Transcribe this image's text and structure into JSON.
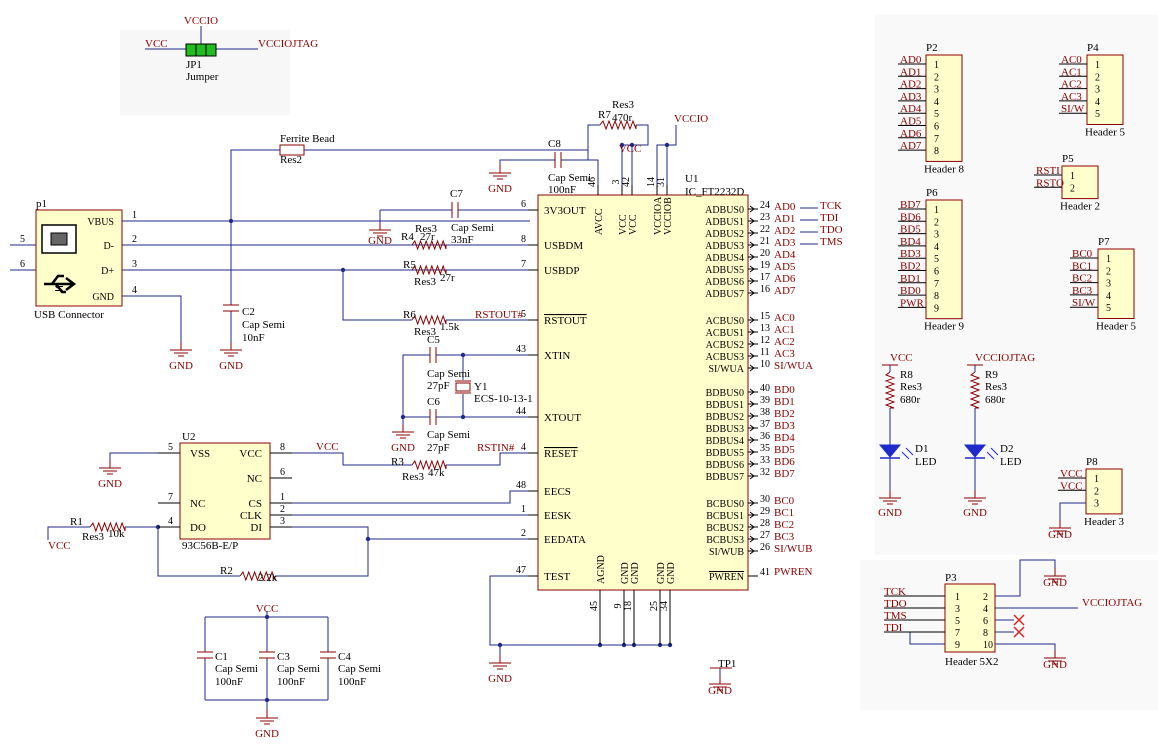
{
  "power": {
    "vccio": "VCCIO",
    "vcc": "VCC",
    "vcciojtag": "VCCIOJTAG",
    "gnd": "GND"
  },
  "jumper": {
    "ref": "JP1",
    "type": "Jumper",
    "color": "#22bb22"
  },
  "ferrite": {
    "type": "Ferrite Bead",
    "ref": "Res2"
  },
  "usb": {
    "ref": "p1",
    "type": "USB Connector",
    "pins": [
      {
        "num": "1",
        "name": "VBUS"
      },
      {
        "num": "2",
        "name": "D-"
      },
      {
        "num": "3",
        "name": "D+"
      },
      {
        "num": "4",
        "name": "GND"
      },
      {
        "num": "5",
        "name": ""
      },
      {
        "num": "6",
        "name": ""
      }
    ]
  },
  "caps": {
    "c2": {
      "ref": "C2",
      "type": "Cap Semi",
      "value": "10nF"
    },
    "c8": {
      "ref": "C8",
      "type": "Cap Semi",
      "value": "100nF"
    },
    "c7": {
      "ref": "C7",
      "type": "Cap Semi",
      "value": "33nF"
    },
    "c5": {
      "ref": "C5",
      "type": "Cap Semi",
      "value": "27pF"
    },
    "c6": {
      "ref": "C6",
      "type": "Cap Semi",
      "value": "27pF"
    },
    "c1": {
      "ref": "C1",
      "type": "Cap Semi",
      "value": "100nF"
    },
    "c3": {
      "ref": "C3",
      "type": "Cap Semi",
      "value": "100nF"
    },
    "c4": {
      "ref": "C4",
      "type": "Cap Semi",
      "value": "100nF"
    }
  },
  "resistors": {
    "r7": {
      "ref": "R7",
      "type": "Res3",
      "value": "470r"
    },
    "r4": {
      "ref": "R4",
      "type": "Res3",
      "value": "27r"
    },
    "r5": {
      "ref": "R5",
      "type": "Res3",
      "value": "27r"
    },
    "r6": {
      "ref": "R6",
      "type": "Res3",
      "value": "1.5k"
    },
    "r3": {
      "ref": "R3",
      "type": "Res3",
      "value": "47k"
    },
    "r1": {
      "ref": "R1",
      "type": "Res3",
      "value": "10k"
    },
    "r2": {
      "ref": "R2",
      "type": "Res3",
      "value": "2.2k"
    },
    "r8": {
      "ref": "R8",
      "type": "Res3",
      "value": "680r"
    },
    "r9": {
      "ref": "R9",
      "type": "Res3",
      "value": "680r"
    }
  },
  "crystal": {
    "ref": "Y1",
    "type": "ECS-10-13-1"
  },
  "u1": {
    "ref": "U1",
    "type": "IC_FT2232D",
    "left_pins": [
      {
        "num": "6",
        "name": "3V3OUT"
      },
      {
        "num": "8",
        "name": "USBDM"
      },
      {
        "num": "7",
        "name": "USBDP"
      },
      {
        "num": "5",
        "name": "RSTOUT"
      },
      {
        "num": "43",
        "name": "XTIN"
      },
      {
        "num": "44",
        "name": "XTOUT"
      },
      {
        "num": "4",
        "name": "RESET"
      },
      {
        "num": "48",
        "name": "EECS"
      },
      {
        "num": "1",
        "name": "EESK"
      },
      {
        "num": "2",
        "name": "EEDATA"
      },
      {
        "num": "47",
        "name": "TEST"
      }
    ],
    "top_pins": [
      {
        "num": "46",
        "name": "AVCC"
      },
      {
        "num": "3",
        "name": "VCC"
      },
      {
        "num": "42",
        "name": "VCC"
      },
      {
        "num": "14",
        "name": "VCCIOA"
      },
      {
        "num": "31",
        "name": "VCCIOB"
      }
    ],
    "bottom_pins": [
      {
        "num": "45",
        "name": "AGND"
      },
      {
        "num": "9",
        "name": "GND"
      },
      {
        "num": "18",
        "name": "GND"
      },
      {
        "num": "25",
        "name": "GND"
      },
      {
        "num": "34",
        "name": "GND"
      }
    ],
    "adbus": [
      {
        "num": "24",
        "name": "ADBUS0",
        "net": "AD0"
      },
      {
        "num": "23",
        "name": "ADBUS1",
        "net": "AD1"
      },
      {
        "num": "22",
        "name": "ADBUS2",
        "net": "AD2"
      },
      {
        "num": "21",
        "name": "ADBUS3",
        "net": "AD3"
      },
      {
        "num": "20",
        "name": "ADBUS4",
        "net": "AD4"
      },
      {
        "num": "19",
        "name": "ADBUS5",
        "net": "AD5"
      },
      {
        "num": "17",
        "name": "ADBUS6",
        "net": "AD6"
      },
      {
        "num": "16",
        "name": "ADBUS7",
        "net": "AD7"
      }
    ],
    "acbus": [
      {
        "num": "15",
        "name": "ACBUS0",
        "net": "AC0"
      },
      {
        "num": "13",
        "name": "ACBUS1",
        "net": "AC1"
      },
      {
        "num": "12",
        "name": "ACBUS2",
        "net": "AC2"
      },
      {
        "num": "11",
        "name": "ACBUS3",
        "net": "AC3"
      },
      {
        "num": "10",
        "name": "SI/WUA",
        "net": "SI/WUA"
      }
    ],
    "bdbus": [
      {
        "num": "40",
        "name": "BDBUS0",
        "net": "BD0"
      },
      {
        "num": "39",
        "name": "BDBUS1",
        "net": "BD1"
      },
      {
        "num": "38",
        "name": "BDBUS2",
        "net": "BD2"
      },
      {
        "num": "37",
        "name": "BDBUS3",
        "net": "BD3"
      },
      {
        "num": "36",
        "name": "BDBUS4",
        "net": "BD4"
      },
      {
        "num": "35",
        "name": "BDBUS5",
        "net": "BD5"
      },
      {
        "num": "33",
        "name": "BDBUS6",
        "net": "BD6"
      },
      {
        "num": "32",
        "name": "BDBUS7",
        "net": "BD7"
      }
    ],
    "bcbus": [
      {
        "num": "30",
        "name": "BCBUS0",
        "net": "BC0"
      },
      {
        "num": "29",
        "name": "BCBUS1",
        "net": "BC1"
      },
      {
        "num": "28",
        "name": "BCBUS2",
        "net": "BC2"
      },
      {
        "num": "27",
        "name": "BCBUS3",
        "net": "BC3"
      },
      {
        "num": "26",
        "name": "SI/WUB",
        "net": "SI/WUB"
      }
    ],
    "pwren": {
      "num": "41",
      "name": "PWREN",
      "net": "PWREN"
    },
    "jtag": [
      "TCK",
      "TDI",
      "TDO",
      "TMS"
    ]
  },
  "u2": {
    "ref": "U2",
    "type": "93C56B-E/P",
    "left_pins": [
      {
        "num": "5",
        "name": "VSS"
      },
      {
        "num": "7",
        "name": "NC"
      },
      {
        "num": "4",
        "name": "DO"
      }
    ],
    "right_pins": [
      {
        "num": "8",
        "name": "VCC"
      },
      {
        "num": "6",
        "name": "NC"
      },
      {
        "num": "1",
        "name": "CS"
      },
      {
        "num": "2",
        "name": "CLK"
      },
      {
        "num": "3",
        "name": "DI"
      }
    ]
  },
  "nets": {
    "rstout": "RSTOUT#",
    "rstin": "RSTIN#"
  },
  "headers": {
    "p2": {
      "ref": "P2",
      "type": "Header 8",
      "nets": [
        "AD0",
        "AD1",
        "AD2",
        "AD3",
        "AD4",
        "AD5",
        "AD6",
        "AD7"
      ],
      "pins": [
        "1",
        "2",
        "3",
        "4",
        "5",
        "6",
        "7",
        "8"
      ]
    },
    "p4": {
      "ref": "P4",
      "type": "Header 5",
      "nets": [
        "AC0",
        "AC1",
        "AC2",
        "AC3",
        "SI/W"
      ],
      "pins": [
        "1",
        "2",
        "3",
        "4",
        "5"
      ]
    },
    "p5": {
      "ref": "P5",
      "type": "Header 2",
      "nets": [
        "RSTI",
        "RSTO"
      ],
      "pins": [
        "1",
        "2"
      ]
    },
    "p6": {
      "ref": "P6",
      "type": "Header 9",
      "nets": [
        "BD7",
        "BD6",
        "BD5",
        "BD4",
        "BD3",
        "BD2",
        "BD1",
        "BD0",
        "PWR"
      ],
      "pins": [
        "1",
        "2",
        "3",
        "4",
        "5",
        "6",
        "7",
        "8",
        "9"
      ]
    },
    "p7": {
      "ref": "P7",
      "type": "Header 5",
      "nets": [
        "BC0",
        "BC1",
        "BC2",
        "BC3",
        "SI/W"
      ],
      "pins": [
        "1",
        "2",
        "3",
        "4",
        "5"
      ]
    },
    "p8": {
      "ref": "P8",
      "type": "Header 3",
      "nets": [
        "VCC",
        "VCC"
      ],
      "pins": [
        "1",
        "2",
        "3"
      ]
    },
    "p3": {
      "ref": "P3",
      "type": "Header 5X2",
      "nets": [
        "TCK",
        "TDO",
        "TMS",
        "TDI"
      ],
      "vcciojtag": "VCCIOJTAG",
      "left_pins": [
        "1",
        "3",
        "5",
        "7",
        "9"
      ],
      "right_pins": [
        "2",
        "4",
        "6",
        "8",
        "10"
      ]
    }
  },
  "leds": {
    "d1": {
      "ref": "D1",
      "type": "LED"
    },
    "d2": {
      "ref": "D2",
      "type": "LED"
    }
  },
  "testpoint": {
    "ref": "TP1"
  }
}
